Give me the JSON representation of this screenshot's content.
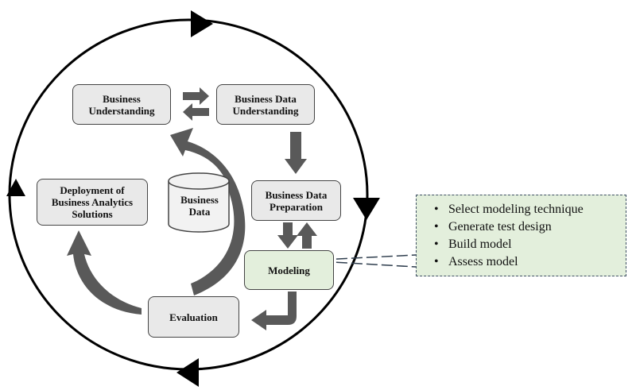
{
  "boxes": {
    "business_understanding": "Business\nUnderstanding",
    "data_understanding": "Business Data\nUnderstanding",
    "data_preparation": "Business Data\nPreparation",
    "modeling": "Modeling",
    "evaluation": "Evaluation",
    "deployment": "Deployment of\nBusiness Analytics\nSolutions"
  },
  "database": {
    "label": "Business\nData"
  },
  "callout": {
    "items": [
      "Select modeling technique",
      "Generate test design",
      "Build model",
      "Assess model"
    ]
  },
  "colors": {
    "box_fill": "#e9e9e9",
    "highlight_fill": "#e3efdc",
    "arrow": "#595959",
    "cycle": "#000000"
  }
}
